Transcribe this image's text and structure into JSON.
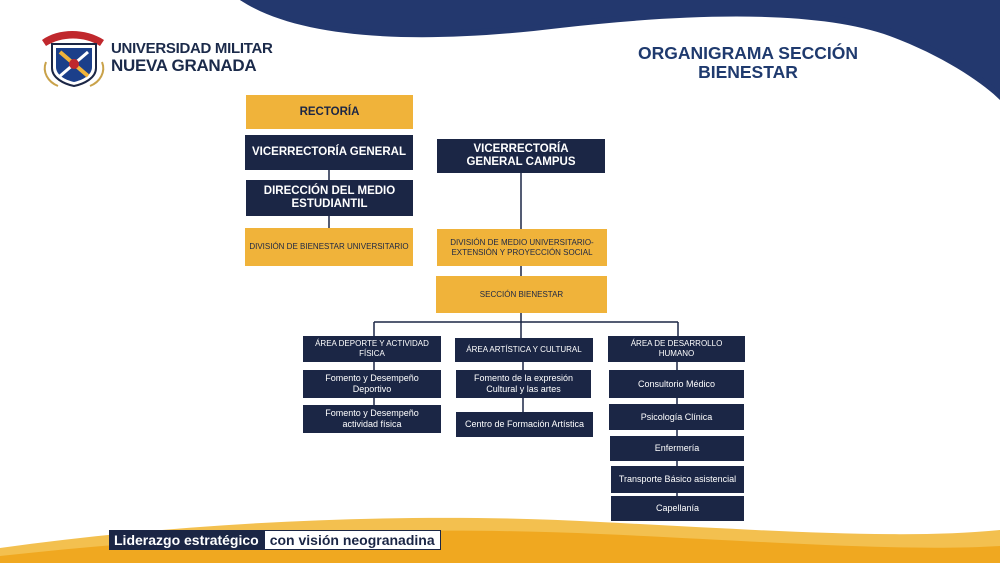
{
  "header": {
    "university_line1": "UNIVERSIDAD MILITAR",
    "university_line2": "NUEVA GRANADA",
    "title_line1": "ORGANIGRAMA SECCIÓN",
    "title_line2": "BIENESTAR"
  },
  "org": {
    "rectoria": "RECTORÍA",
    "vicerrectoria_general": "VICERRECTORÍA GENERAL",
    "vicerrectoria_campus": "VICERRECTORÍA GENERAL CAMPUS",
    "direccion_medio": "DIRECCIÓN DEL MEDIO ESTUDIANTIL",
    "division_bienestar": "DIVISIÓN DE BIENESTAR UNIVERSITARIO",
    "division_medio": "DIVISIÓN DE MEDIO UNIVERSITARIO-EXTENSIÓN Y PROYECCIÓN SOCIAL",
    "seccion_bienestar": "SECCIÓN BIENESTAR",
    "areas": [
      {
        "title": "ÁREA DEPORTE Y ACTIVIDAD FÍSICA",
        "items": [
          "Fomento y Desempeño Deportivo",
          "Fomento y Desempeño actividad física"
        ]
      },
      {
        "title": "ÁREA  ARTÍSTICA Y CULTURAL",
        "items": [
          "Fomento de la expresión Cultural y las artes",
          "Centro de Formación Artística"
        ]
      },
      {
        "title": "ÁREA DE DESARROLLO HUMANO",
        "items": [
          "Consultorio Médico",
          "Psicología Clínica",
          "Enfermería",
          "Transporte Básico asistencial",
          "Capellanía"
        ]
      }
    ]
  },
  "footer": {
    "part1": "Liderazgo estratégico",
    "part2": "con visión neogranadina"
  },
  "colors": {
    "navy": "#1b2645",
    "gold": "#f0b33a",
    "title_blue": "#1f3a6e"
  }
}
